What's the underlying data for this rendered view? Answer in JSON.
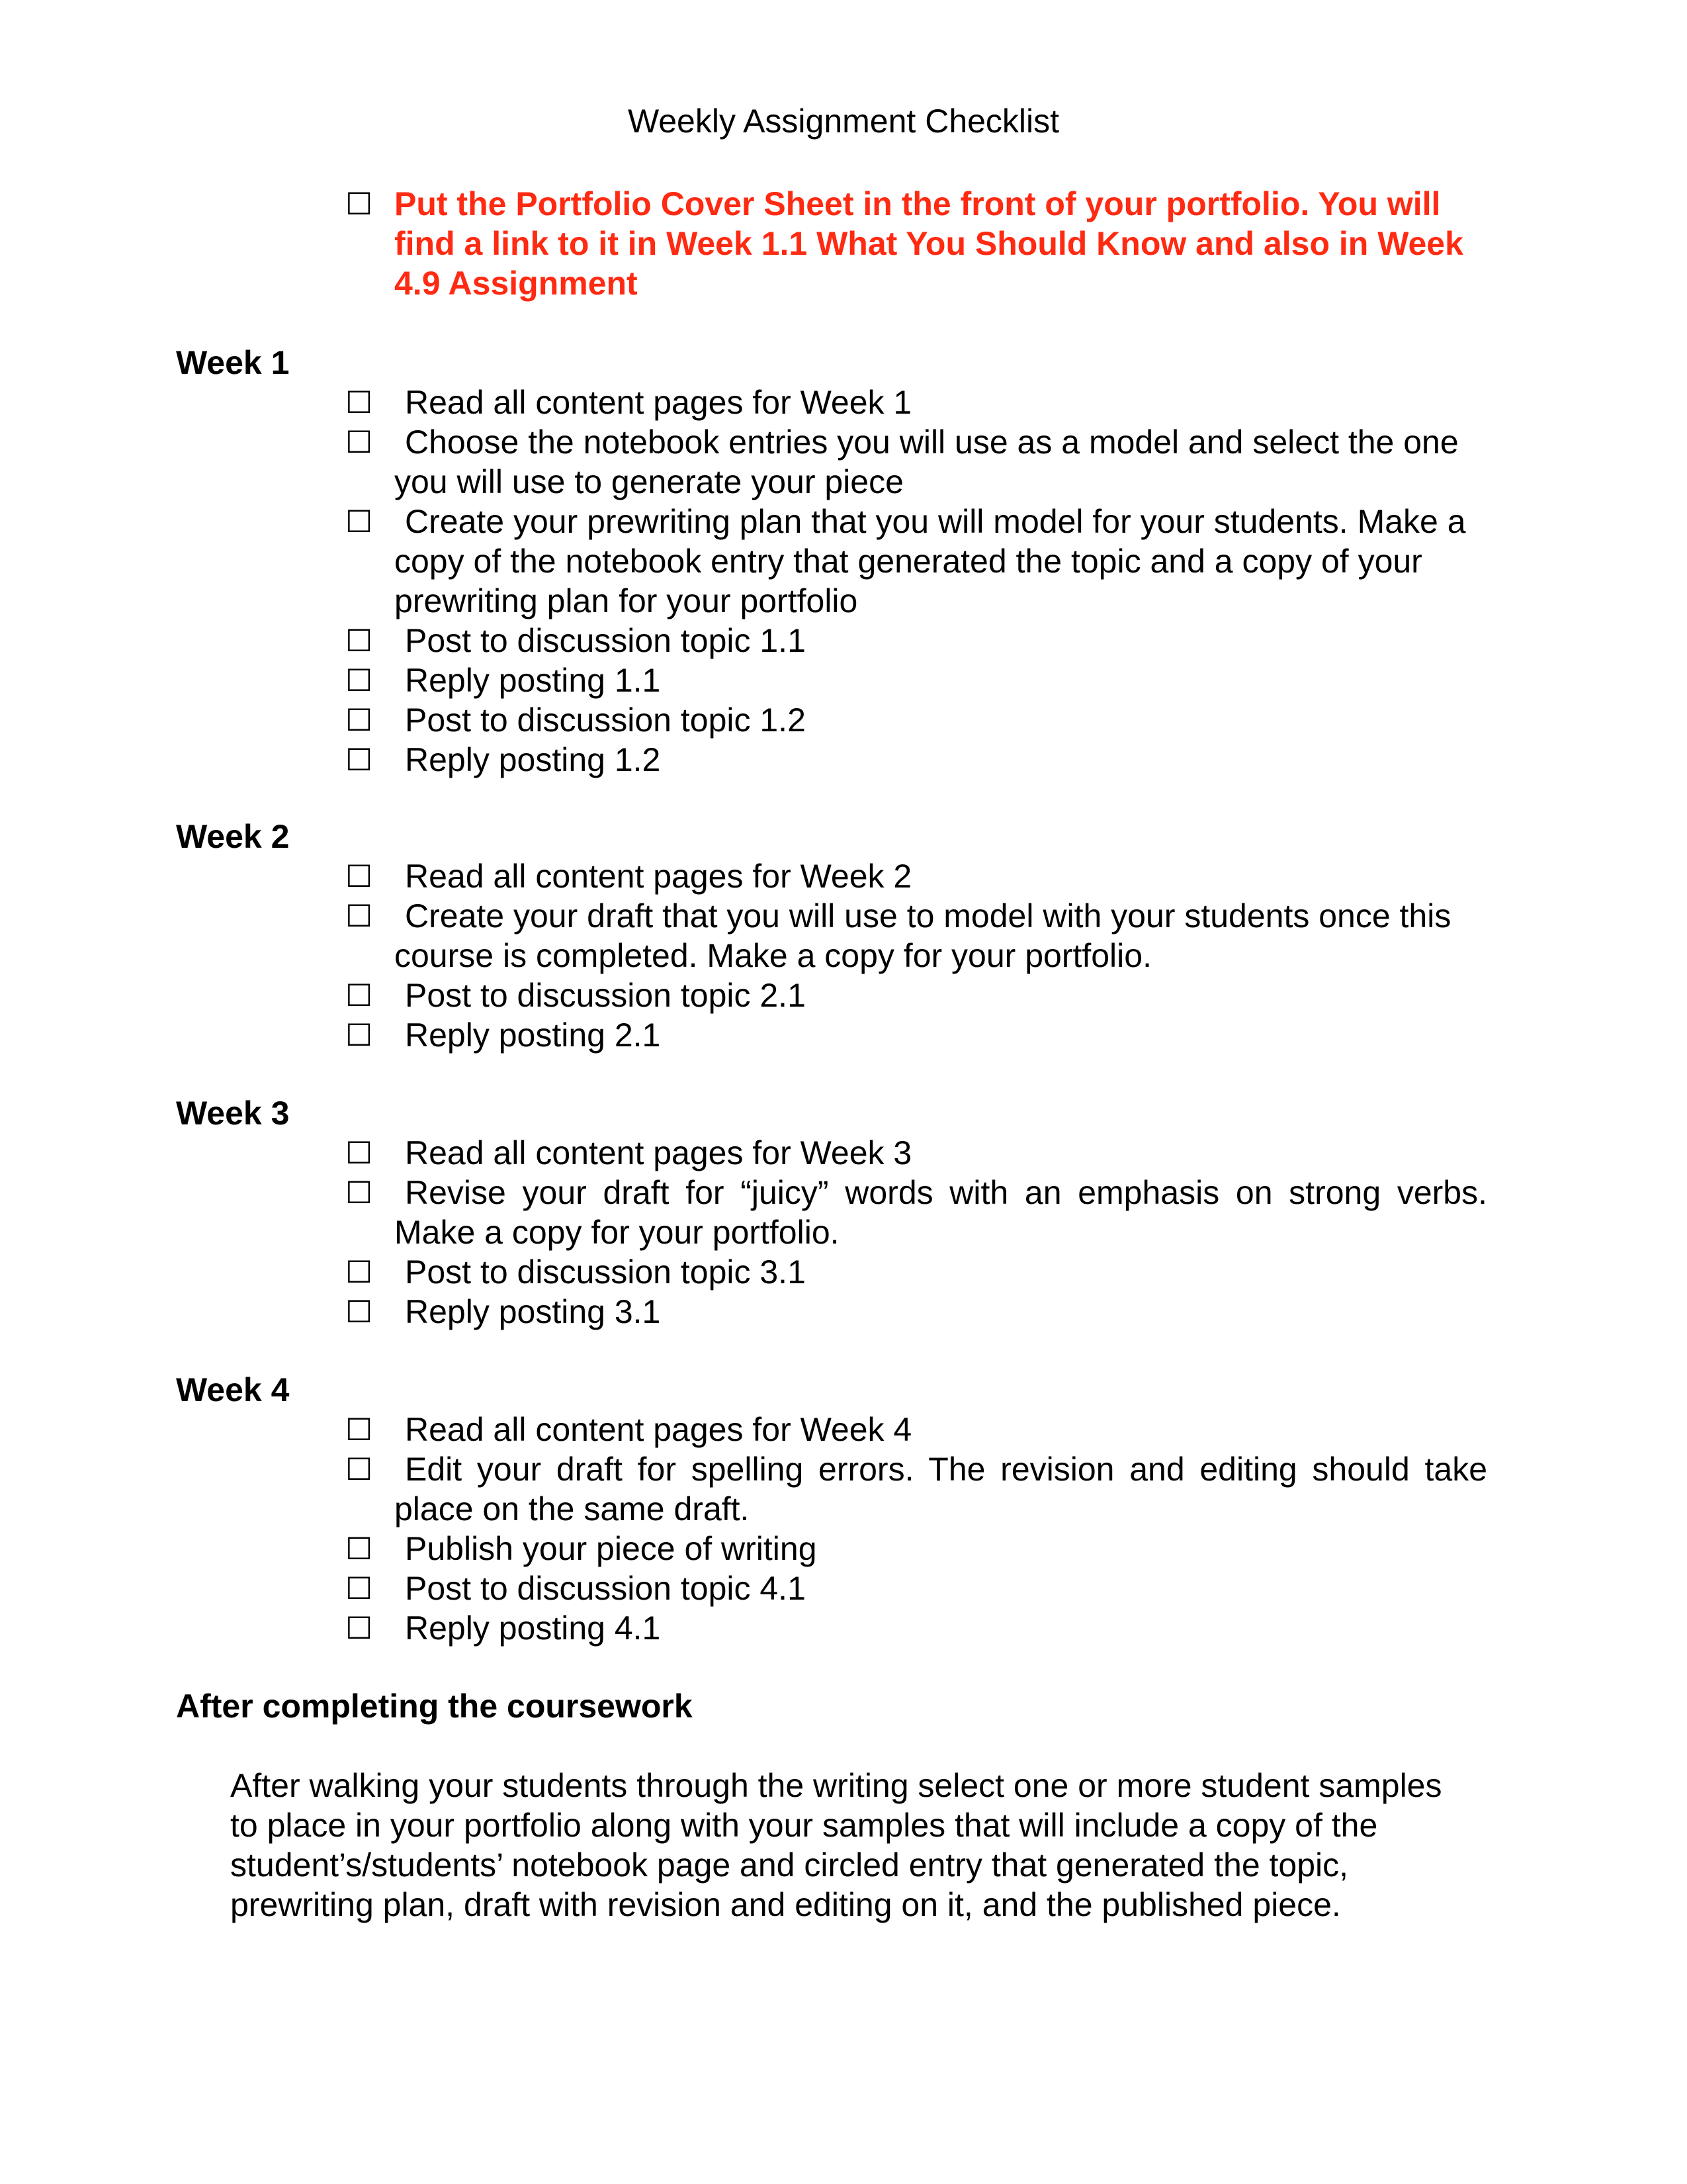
{
  "title": "Weekly Assignment Checklist",
  "notice": {
    "checkbox": "☐",
    "text": "Put the Portfolio Cover Sheet in the front of your portfolio.  You will find a link to it in Week 1.1 What You Should Know and also in Week 4.9 Assignment",
    "color": "#FF2A12"
  },
  "checkbox_glyph": "☐",
  "weeks": [
    {
      "heading": "Week 1",
      "tasks": [
        "Read all content pages for Week 1",
        "Choose the notebook entries you will use as a model and select the one you will use to generate your piece",
        "Create your prewriting plan that you will model for your students.  Make a copy of the notebook entry that generated the topic and a copy of your prewriting plan for your portfolio",
        "Post to discussion topic 1.1",
        "Reply posting 1.1",
        "Post to discussion topic 1.2",
        "Reply posting 1.2"
      ]
    },
    {
      "heading": "Week 2",
      "tasks": [
        "Read all content pages for Week 2",
        "Create your draft that you will use to model with your students once this course is completed.  Make a copy for your portfolio.",
        "Post to discussion topic 2.1",
        "Reply posting 2.1"
      ]
    },
    {
      "heading": "Week 3",
      "tasks": [
        "Read all content pages for Week 3",
        "Revise your draft for “juicy” words with an emphasis on strong verbs.  Make a copy for your portfolio.",
        "Post to discussion topic 3.1",
        "Reply posting 3.1"
      ]
    },
    {
      "heading": "Week 4",
      "tasks": [
        "Read all content pages for Week 4",
        "Edit your draft for spelling errors.  The revision and editing should take place on the same draft.",
        "Publish your piece of writing",
        "Post to discussion topic 4.1",
        "Reply posting 4.1"
      ]
    }
  ],
  "after": {
    "heading": "After completing the coursework",
    "paragraph": "After walking your students through the writing select one or more student samples to place in your portfolio along with your samples that will include a copy of the student’s/students’ notebook page and circled entry that generated the topic, prewriting plan, draft with revision and editing on it, and the published piece."
  }
}
